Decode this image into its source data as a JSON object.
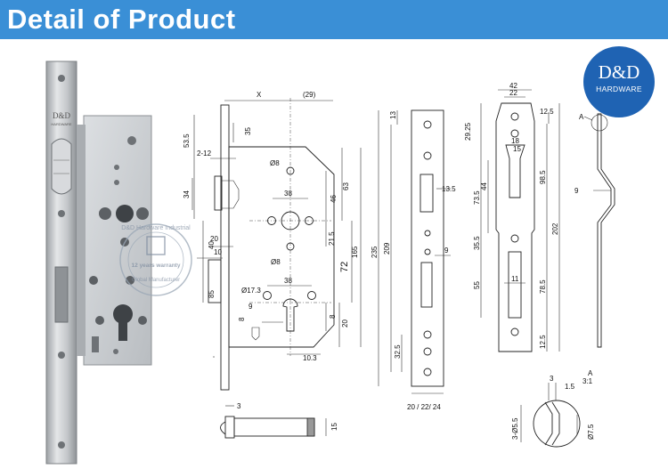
{
  "banner": {
    "title": "Detail of Product"
  },
  "logo": {
    "main": "D&D",
    "sub": "HARDWARE"
  },
  "photo": {
    "faceplate_logo": "D&D",
    "faceplate_sub": "HARDWARE"
  },
  "watermark": {
    "ring_text": "D&D Hardware Industrial",
    "warranty": "12 years warranty",
    "bottom": "Global Manufacturer"
  },
  "front_view": {
    "dims": [
      "X",
      "(29)",
      "35",
      "53.5",
      "2-12",
      "34",
      "Ø8",
      "38",
      "46",
      "63",
      "21.5",
      "165",
      "72",
      "20",
      "10",
      "Ø8",
      "40",
      "85",
      "38",
      "Ø17.3",
      "9",
      "8",
      "8",
      "20",
      "10.3"
    ]
  },
  "faceplate_view": {
    "dims": [
      "13",
      "13.5",
      "235",
      "209",
      "9",
      "32.5",
      "20 / 22/ 24"
    ]
  },
  "strike_view": {
    "dims": [
      "42",
      "22",
      "29.25",
      "12.5",
      "18",
      "15",
      "73.5",
      "44",
      "98.5",
      "202",
      "35.5",
      "55",
      "11",
      "78.5",
      "12.5"
    ]
  },
  "side_view": {
    "dims": [
      "A",
      "9"
    ]
  },
  "bolt_view": {
    "dims": [
      "3",
      "15"
    ]
  },
  "detail_view": {
    "dims": [
      "A",
      "3:1",
      "3",
      "1.5",
      "3-Ø5.5",
      "Ø7.5"
    ]
  }
}
